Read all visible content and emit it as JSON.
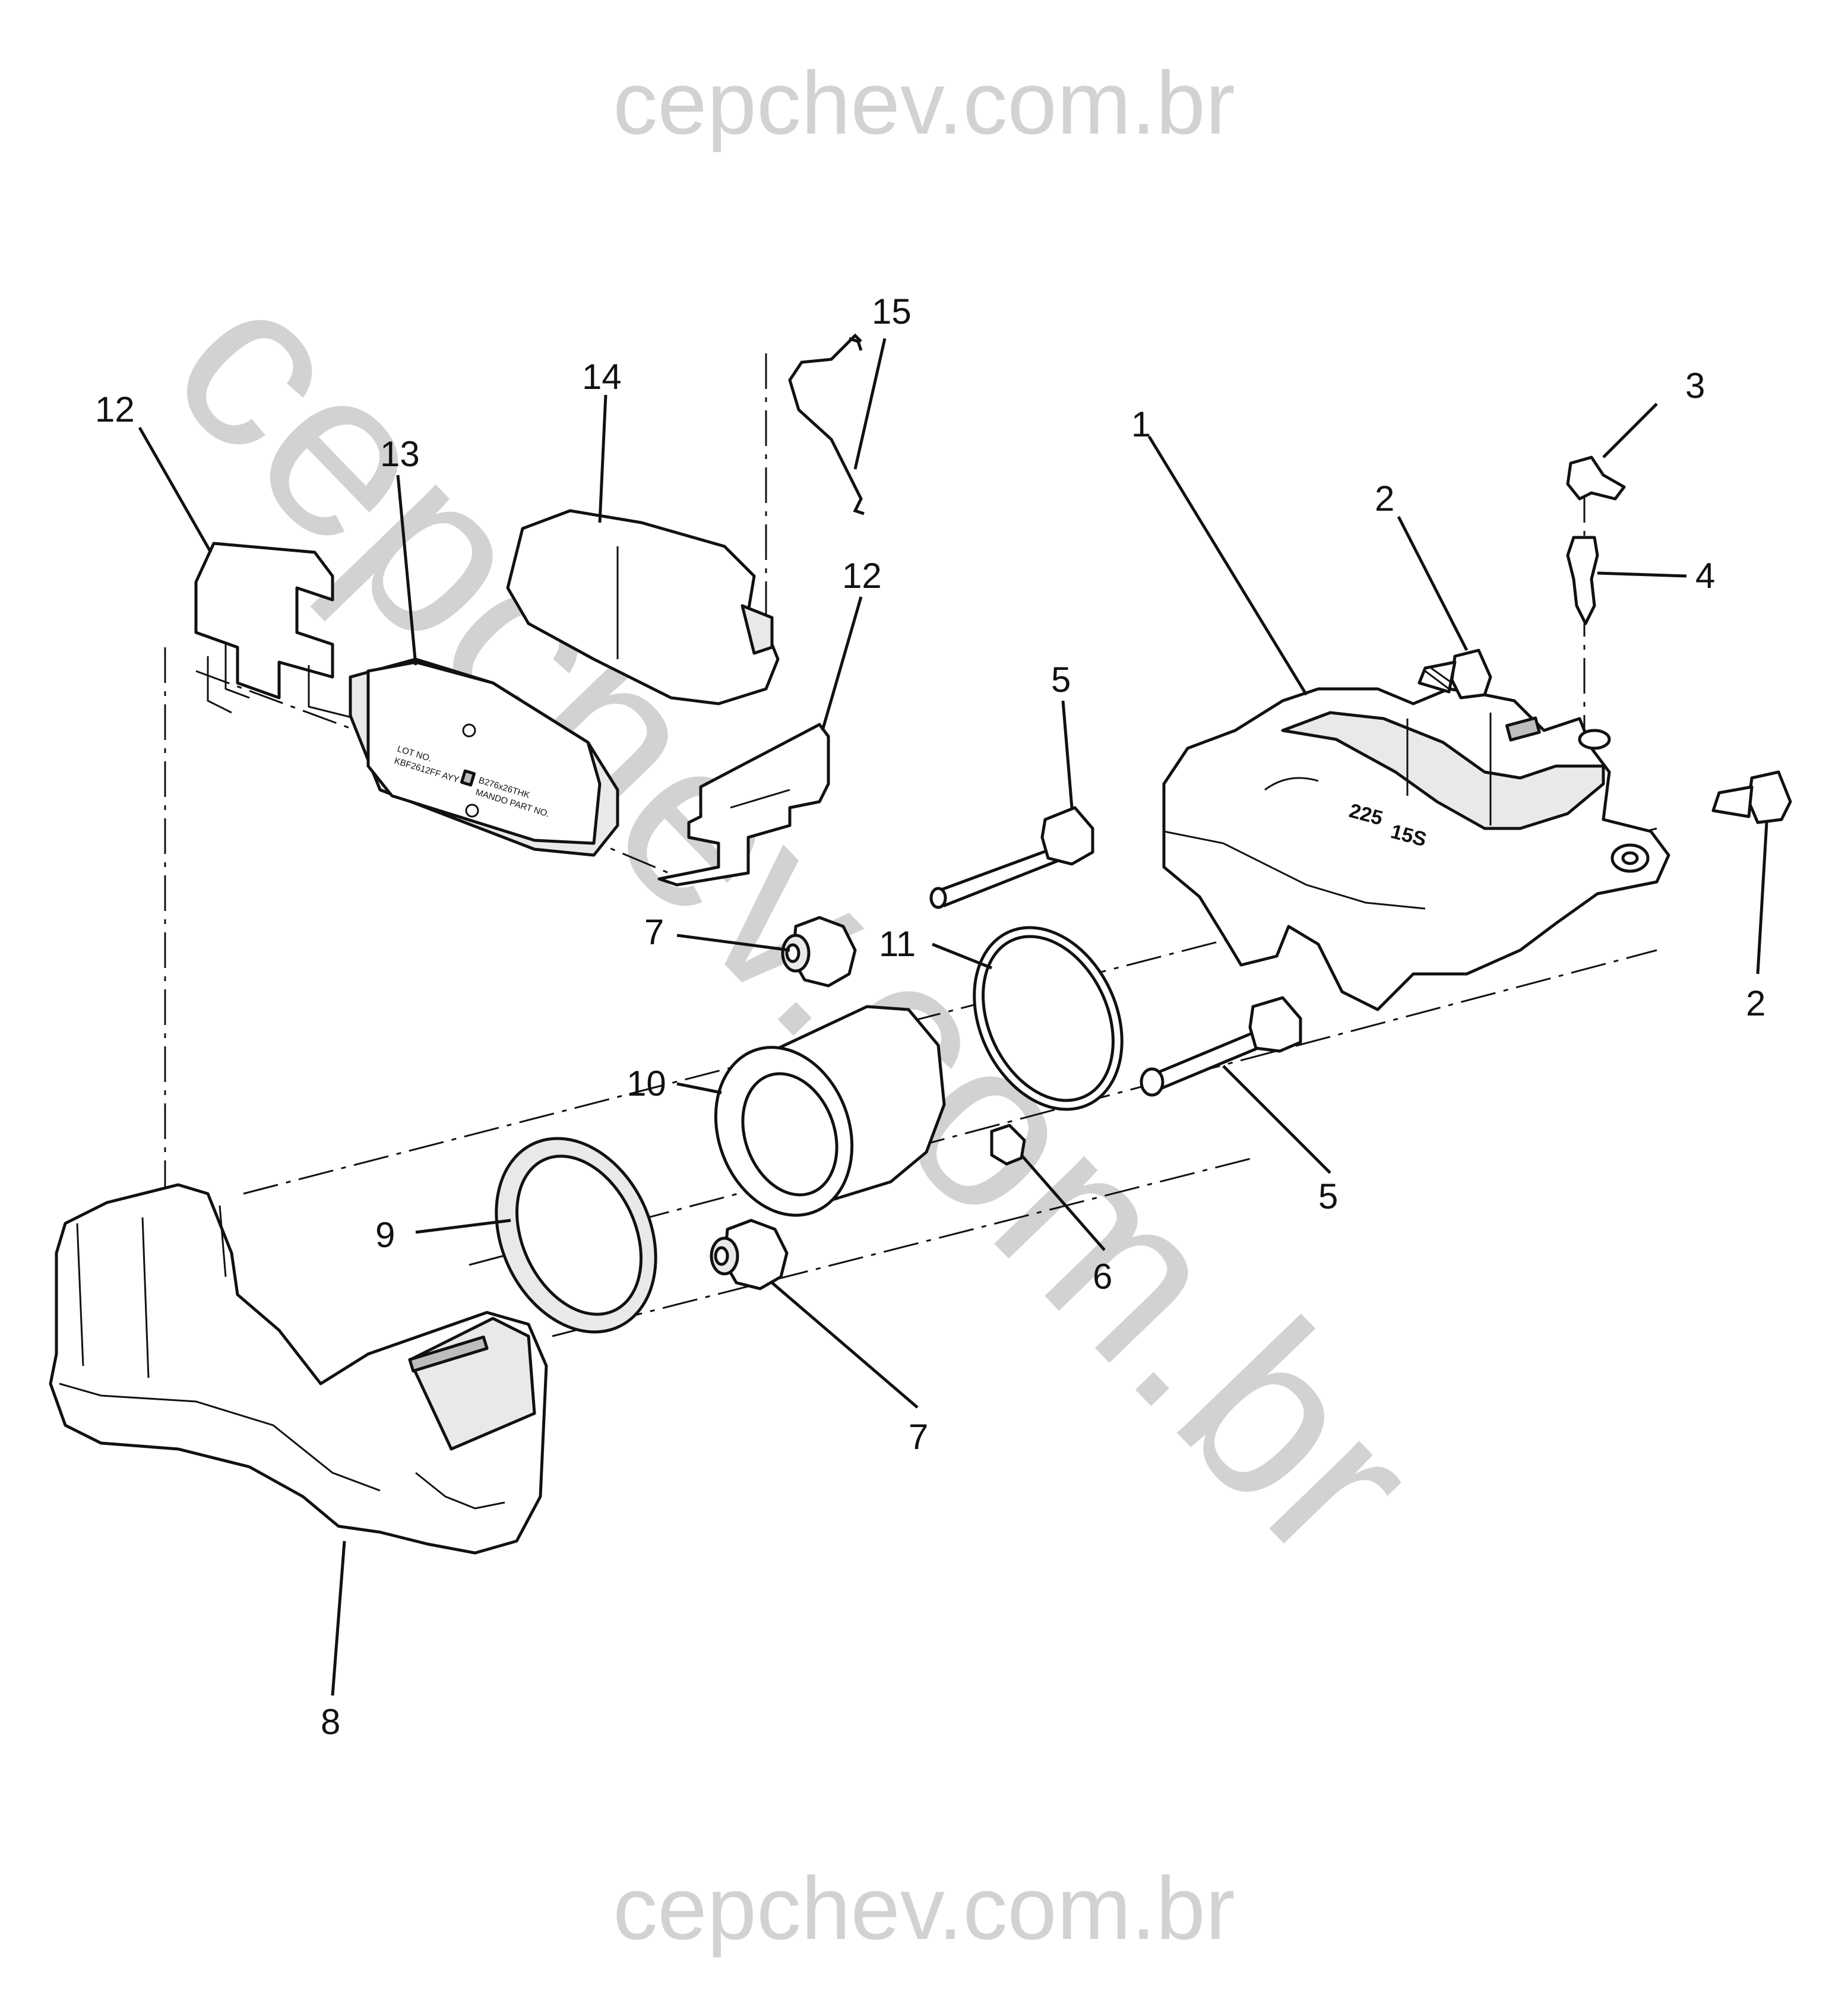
{
  "watermark": {
    "top": "cepchev.com.br",
    "diagonal": "cepchev.com.br",
    "bottom": "cepchev.com.br"
  },
  "pad_markings": {
    "line1": "LOT NO.",
    "line2": "KBF2612FF AYY",
    "line3": "B276x26THK",
    "line4": "MANDO PART NO."
  },
  "caliper_markings": {
    "size": "225",
    "code": "15S"
  },
  "callouts": [
    {
      "id": "c1",
      "label": "1"
    },
    {
      "id": "c2a",
      "label": "2"
    },
    {
      "id": "c2b",
      "label": "2"
    },
    {
      "id": "c3",
      "label": "3"
    },
    {
      "id": "c4",
      "label": "4"
    },
    {
      "id": "c5a",
      "label": "5"
    },
    {
      "id": "c5b",
      "label": "5"
    },
    {
      "id": "c6",
      "label": "6"
    },
    {
      "id": "c7a",
      "label": "7"
    },
    {
      "id": "c7b",
      "label": "7"
    },
    {
      "id": "c8",
      "label": "8"
    },
    {
      "id": "c9",
      "label": "9"
    },
    {
      "id": "c10",
      "label": "10"
    },
    {
      "id": "c11",
      "label": "11"
    },
    {
      "id": "c12a",
      "label": "12"
    },
    {
      "id": "c12b",
      "label": "12"
    },
    {
      "id": "c13",
      "label": "13"
    },
    {
      "id": "c14",
      "label": "14"
    },
    {
      "id": "c15",
      "label": "15"
    }
  ]
}
